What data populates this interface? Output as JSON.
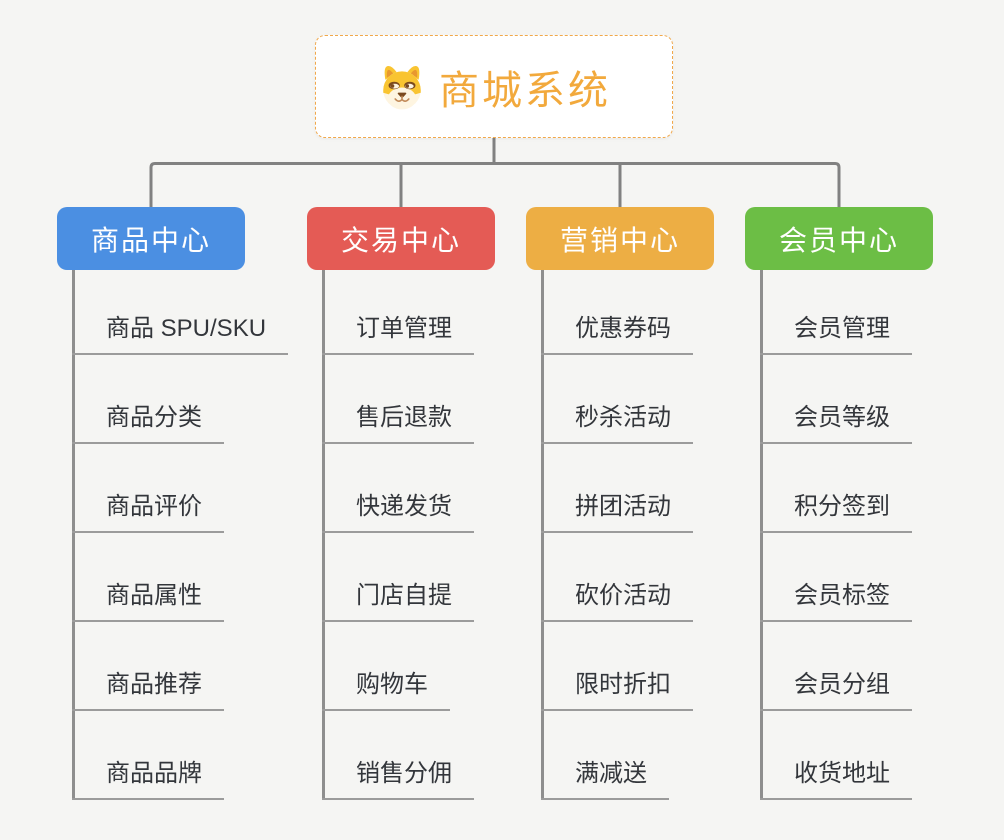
{
  "root": {
    "title": "商城系统",
    "icon": "shiba-dog-icon"
  },
  "branches": [
    {
      "id": "product-center",
      "label": "商品中心",
      "color": "#4B8FE2",
      "children": [
        "商品 SPU/SKU",
        "商品分类",
        "商品评价",
        "商品属性",
        "商品推荐",
        "商品品牌"
      ]
    },
    {
      "id": "trade-center",
      "label": "交易中心",
      "color": "#E45B55",
      "children": [
        "订单管理",
        "售后退款",
        "快递发货",
        "门店自提",
        "购物车",
        "销售分佣"
      ]
    },
    {
      "id": "marketing-center",
      "label": "营销中心",
      "color": "#EDAE44",
      "children": [
        "优惠券码",
        "秒杀活动",
        "拼团活动",
        "砍价活动",
        "限时折扣",
        "满减送"
      ]
    },
    {
      "id": "member-center",
      "label": "会员中心",
      "color": "#6CBE45",
      "children": [
        "会员管理",
        "会员等级",
        "积分签到",
        "会员标签",
        "会员分组",
        "收货地址"
      ]
    }
  ],
  "colors": {
    "background": "#F5F5F3",
    "connector": "#818181",
    "spine": "#8E8E8E",
    "leaf_underline": "#9B9B9B",
    "leaf_text": "#33363B",
    "root_border": "#F1A84A",
    "root_title": "#F2A93C",
    "header_text": "#FFFFFF"
  }
}
